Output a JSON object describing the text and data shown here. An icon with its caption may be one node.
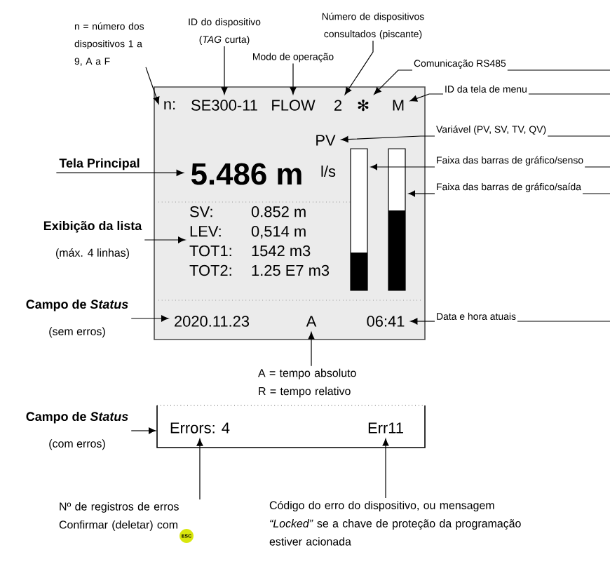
{
  "diagram": {
    "nodes": [
      {
        "text": [],
        "shape": "box"
      },
      {
        "text": [
          "n:"
        ],
        "in": 0
      },
      {
        "text": [
          "SE300-11"
        ],
        "in": 0
      },
      {
        "text": [
          "FLOW"
        ],
        "in": 0
      },
      {
        "text": [
          "2"
        ],
        "in": 0
      },
      {
        "text": [
          "✻"
        ],
        "in": 0
      },
      {
        "text": [
          "M"
        ],
        "in": 0
      },
      {
        "text": [
          "PV"
        ],
        "in": 0
      },
      {
        "text": [
          "l/s"
        ],
        "in": 0
      },
      {
        "text": [
          "5.486 m"
        ],
        "in": 0
      },
      {
        "text": [],
        "shape": "bar",
        "in": 0
      },
      {
        "text": [],
        "shape": "bar",
        "in": 0
      },
      {
        "text": [
          "SV:",
          "0.852 m",
          "LEV:",
          "0,514 m",
          "TOT1:",
          "1542 m3",
          "TOT2:",
          "1.25 E7 m3"
        ],
        "in": 0
      },
      {
        "text": [
          "2020.11.23"
        ],
        "in": 0
      },
      {
        "text": [
          "A"
        ],
        "in": 0
      },
      {
        "text": [
          "06:41"
        ],
        "in": 0
      },
      {
        "text": [],
        "shape": "box"
      },
      {
        "text": [
          "Errors: 4"
        ],
        "in": 16
      },
      {
        "text": [
          "Err11"
        ],
        "in": 16
      },
      {
        "text": [
          "n = número dos dispositivos 1 a 9, A a F"
        ]
      },
      {
        "text": [
          "ID do dispositivo (*TAG* curta)"
        ]
      },
      {
        "text": [
          "Modo de operação"
        ]
      },
      {
        "text": [
          "Número de dispositivos consultados (piscante)"
        ]
      },
      {
        "text": [
          "Comunicação RS485"
        ]
      },
      {
        "text": [
          "ID da tela de menu"
        ]
      },
      {
        "text": [
          "Variável (PV, SV, TV, QV)"
        ]
      },
      {
        "text": [
          "Faixa das barras de gráfico/senso"
        ]
      },
      {
        "text": [
          "Faixa das barras de gráfico/saída"
        ]
      },
      {
        "text": [
          "Tela Principal"
        ]
      },
      {
        "text": [
          "Exibição da lista",
          "(máx. 4 linhas)"
        ]
      },
      {
        "text": [
          "Campo de *Status*",
          "(sem erros)"
        ]
      },
      {
        "text": [
          "Data e hora atuais"
        ]
      },
      {
        "text": [
          "A = tempo absoluto R = tempo relativo"
        ]
      },
      {
        "text": [
          "Campo de *Status*",
          "(com erros)"
        ]
      },
      {
        "text": [
          "Nº de registros de erros Confirmar (deletar) com"
        ]
      },
      {
        "text": [
          "ESC"
        ]
      },
      {
        "text": [
          "Código do erro do dispositivo, ou mensagem *“Locked”* se a chave de proteção da programação estiver acionada"
        ]
      }
    ],
    "edges": [
      {
        "from": 19,
        "to": 1,
        "arrow": "to"
      },
      {
        "from": 20,
        "to": 2,
        "arrow": "to"
      },
      {
        "from": 21,
        "to": 3,
        "arrow": "to"
      },
      {
        "from": 22,
        "to": 4,
        "arrow": "to"
      },
      {
        "from": 23,
        "to": 5,
        "arrow": "to"
      },
      {
        "from": 24,
        "to": 6,
        "arrow": "to"
      },
      {
        "from": 25,
        "to": 7,
        "arrow": "to"
      },
      {
        "from": 26,
        "to": 10,
        "arrow": "to"
      },
      {
        "from": 27,
        "to": 11,
        "arrow": "to"
      },
      {
        "from": 28,
        "to": 9,
        "arrow": "to"
      },
      {
        "from": 29,
        "to": 12,
        "arrow": "to"
      },
      {
        "from": 30,
        "to": 13,
        "arrow": "to"
      },
      {
        "from": 31,
        "to": 15,
        "arrow": "to"
      },
      {
        "from": 32,
        "to": 14,
        "arrow": "to"
      },
      {
        "from": 33,
        "to": 16,
        "arrow": "to"
      },
      {
        "from": 34,
        "to": 17,
        "arrow": "to"
      },
      {
        "from": 36,
        "to": 18,
        "arrow": "to"
      }
    ]
  }
}
